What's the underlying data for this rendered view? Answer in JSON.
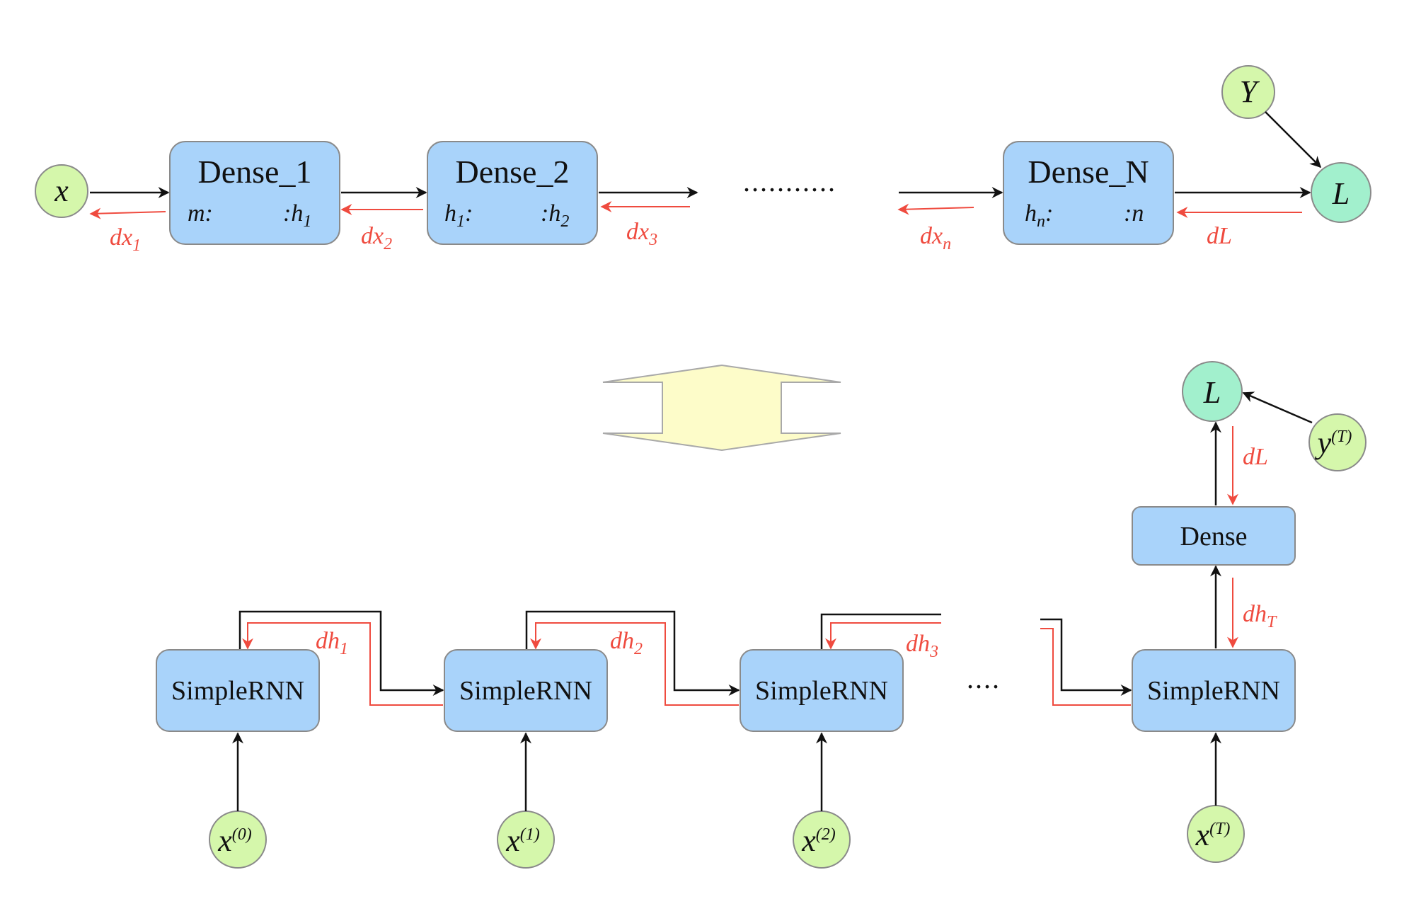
{
  "colors": {
    "forward": "#111111",
    "gradient": "#ef4b3f",
    "box_fill": "#a9d3fa",
    "box_stroke": "#8a8a8a",
    "input_node": "#d5f7ab",
    "loss_node": "#a2f0cd",
    "hollow_arrow": "#fdfcc9"
  },
  "top": {
    "input": "x",
    "target": "Y",
    "loss": "L",
    "ellipsis": "...........",
    "layers": [
      {
        "name": "Dense_1",
        "in": "m:",
        "out": ":h",
        "out_sub": "1"
      },
      {
        "name": "Dense_2",
        "in": "h",
        "in_sub": "1",
        "in_colon": ":",
        "out": ":h",
        "out_sub": "2"
      },
      {
        "name": "Dense_N",
        "in": "h",
        "in_sub": "n",
        "in_colon": ":",
        "out": ":n"
      }
    ],
    "gradients": [
      {
        "base": "dx",
        "sub": "1"
      },
      {
        "base": "dx",
        "sub": "2"
      },
      {
        "base": "dx",
        "sub": "3"
      },
      {
        "base": "dx",
        "sub": "n"
      },
      {
        "base": "dL",
        "sub": ""
      }
    ]
  },
  "bottom": {
    "rnn_label": "SimpleRNN",
    "dense_label": "Dense",
    "loss": "L",
    "target": {
      "base": "y",
      "sup": "(T)"
    },
    "ellipsis": "....",
    "inputs": [
      {
        "base": "x",
        "sup": "(0)"
      },
      {
        "base": "x",
        "sup": "(1)"
      },
      {
        "base": "x",
        "sup": "(2)"
      },
      {
        "base": "x",
        "sup": "(T)"
      }
    ],
    "hidden_gradients": [
      {
        "base": "dh",
        "sub": "1"
      },
      {
        "base": "dh",
        "sub": "2"
      },
      {
        "base": "dh",
        "sub": "3"
      }
    ],
    "dense_gradient": {
      "base": "dh",
      "sub": "T"
    },
    "loss_gradient": "dL"
  }
}
